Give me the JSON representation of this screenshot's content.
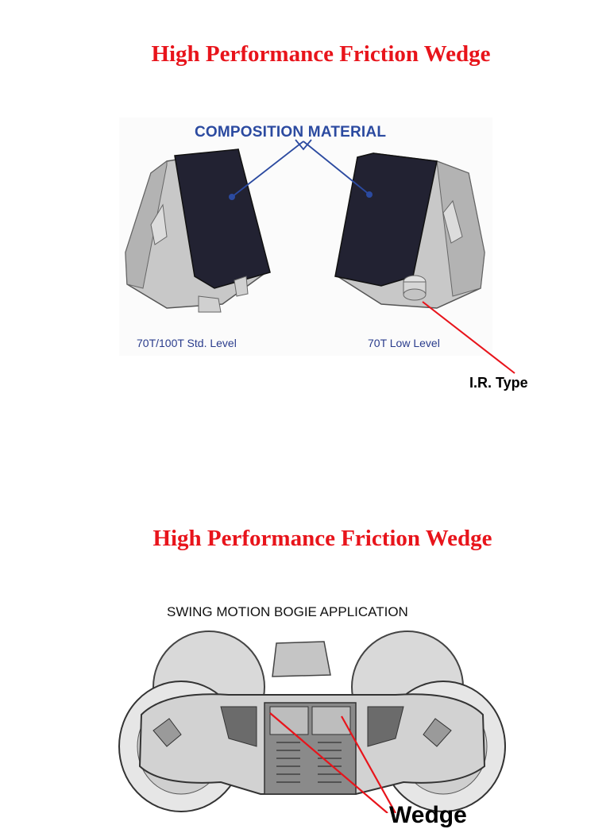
{
  "page": {
    "title_top": "High Performance Friction Wedge",
    "title_bottom": "High Performance Friction Wedge"
  },
  "wedge_figure": {
    "composition_label": "COMPOSITION MATERIAL",
    "caption_left": "70T/100T Std. Level",
    "caption_right": "70T Low Level",
    "callout": "I.R. Type"
  },
  "bogie_figure": {
    "label": "SWING MOTION  BOGIE APPLICATION",
    "callout": "Wedge"
  },
  "colors": {
    "title": "#e8141b",
    "composition_text": "#2b4aa0",
    "leader_lines_blue": "#2b4aa0",
    "leader_lines_red": "#e8141b"
  }
}
